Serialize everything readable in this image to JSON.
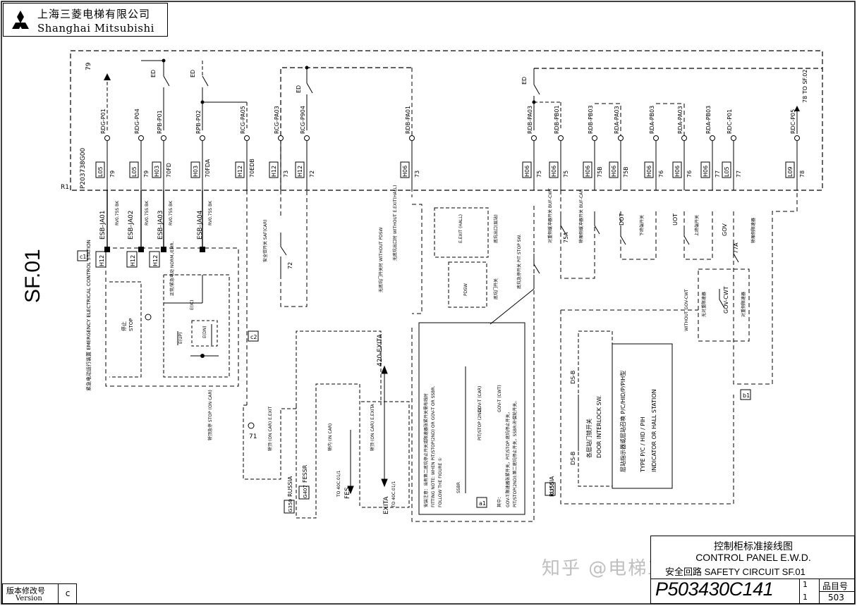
{
  "company": {
    "name_cn": "上海三菱电梯有限公司",
    "name_en": "Shanghai Mitsubishi"
  },
  "sheet_label": "SF.01",
  "title_block": {
    "title_cn": "控制柜标准接线图",
    "title_en": "CONTROL PANEL E.W.D.",
    "subtitle": "安全回路 SAFETY CIRCUIT SF.01",
    "drawing_no": "P503430C141",
    "sheet_current": "1",
    "sheet_total": "1",
    "part_no_label": "品目号",
    "part_no": "503"
  },
  "revision": {
    "label_cn": "版本修改号",
    "label_en": "Version",
    "value": "c"
  },
  "watermark": "知乎 @电梯工电梯知识",
  "board": {
    "ref": "R1",
    "pcb": "P203738G00"
  },
  "connectors": [
    {
      "name": "RDG-P01",
      "pin": "L05",
      "wire": "79"
    },
    {
      "name": "RDG-P04",
      "pin": "L05",
      "wire": "79"
    },
    {
      "name": "RPB-P01",
      "pin": "H03",
      "wire": "70FD"
    },
    {
      "name": "RPB-P02",
      "pin": "H03",
      "wire": "70FDA"
    },
    {
      "name": "RCG-PA05",
      "pin": "H12",
      "wire": "70EDB"
    },
    {
      "name": "RCG-PA03",
      "pin": "H12",
      "wire": "73"
    },
    {
      "name": "RCG-P904",
      "pin": "H12",
      "wire": "72"
    },
    {
      "name": "RDB-PA01",
      "pin": "H06",
      "wire": "73"
    },
    {
      "name": "RDB-PA03",
      "pin": "H06",
      "wire": "75"
    },
    {
      "name": "RDB-PB01",
      "pin": "H06",
      "wire": "75"
    },
    {
      "name": "RDB-PB03",
      "pin": "H06",
      "wire": "75B"
    },
    {
      "name": "RDA-PA03",
      "pin": "H06",
      "wire": "75B"
    },
    {
      "name": "RDA-PB03",
      "pin": "H06",
      "wire": "76"
    },
    {
      "name": "RDA-PA03",
      "pin": "H06",
      "wire": "76"
    },
    {
      "name": "RDA-PB03",
      "pin": "H06",
      "wire": "77"
    },
    {
      "name": "RDC-P01",
      "pin": "L05",
      "wire": "77"
    },
    {
      "name": "RDC-P05",
      "pin": "L09",
      "wire": "78"
    }
  ],
  "terminals": [
    "ESB-JA01",
    "ESB-JA02",
    "ESB-JA03",
    "ESB-JA04"
  ],
  "blocks": {
    "c1": "c1",
    "c2": "c2",
    "a1": "a1",
    "b1": "b1",
    "g350a": "G350",
    "g407": "G407",
    "g350b": "G350",
    "russia_a": "RUSSIA",
    "russia_b": "RUSSIA",
    "fessr": "FESSR"
  },
  "labels": {
    "arrow_79": "79",
    "arrow_78": "78 TO SF.02",
    "ed1": "ED",
    "ed2": "ED",
    "ed3": "ED",
    "ed4": "ED",
    "emergency_station": "紧急电动运行装置  EMERGENCY ELECTRICAL CONTROL STATION",
    "stop_car_cn": "停止",
    "stop_car": "STOP",
    "norm": "正常/紧急电动 NORM./EMR.",
    "up": "E(UP)",
    "dn": "E(DN)",
    "ic": "E(IC)",
    "saf_car": "安全钳开关 SAF(CAR)",
    "w72": "72",
    "w71": "71",
    "stop_on_car": "轿顶急停 STOP (ON CAR)",
    "e_exit": "轿顶 (ON CAR) E.EXIT",
    "fes": "FES",
    "fes_to": "TO 40C.01/1",
    "in_car": "轿内 (IN CAR)",
    "exita": "EXITA",
    "exita_label": "轿顶 (ON CAR) E.EXITA",
    "exita_to": "TO 40C.01/1",
    "exita_top": "420-EXITA",
    "pit_stop": "底坑急停开关 PIT STOP SW.",
    "without_pdsw": "无底坑门开关时 WITHOUT PDSW",
    "without_exit": "无底坑出口时 WITHOUT E.EXIT(HALL)",
    "e_exit_hall": "E.EXIT (HALL)",
    "pdsw": "PDSW",
    "pdsw_note": "底坑出口(层站)",
    "pit_note": "底坑门开关",
    "note_title": "安装注意：当有第二底坑停止开关或限速器张紧开关需布线时",
    "note_fitting": "FITTING NOTE: WHEN PIT/STOP(2ND) OR GOV-T OR SSBR.",
    "note_follow": "FOLLOW THE FIGURE ①",
    "ssbr": "SSBR",
    "pitstop_2nd": "PIT/STOP (2ND)",
    "gov_t_car": "GOV-T (CAR)",
    "gov_t_cwt": "GOV-T (CWT)",
    "note_gov": "GOV-T:限速器张紧开关，PIT/STOP:底坑停止开关，",
    "note_pit2": "PIT/STOP(2ND):第二底坑停止开关，SSBR:补偿轮开关。",
    "note_which": "其中：",
    "buf_cwt": "对重侧缓冲器开关 BUF-CWT",
    "buf_car": "轿厢侧缓冲器开关 BUF-CAR",
    "w75a": "75A",
    "dot": "DOT",
    "dot_cn": "下终端开关",
    "uot": "UOT",
    "uot_cn": "上终端开关",
    "gov": "GOV",
    "gov_cn": "轿厢侧限速器",
    "w77a": "77A",
    "without_gov_cwt": "WITHOUT GOV-CWT",
    "no_cwt_gov": "无对重限速器",
    "gov_cwt": "GOV-CWT",
    "cwt_gov_cn": "对重侧限速器",
    "ds_b": "DS-B",
    "ds_b2": "DS-B",
    "door_interlock_cn": "各层站门锁开关",
    "door_interlock": "DOOR INTERLOCK SW.",
    "type_cn": "层站指示器或层站召唤 P/C/HID/P/PIH型",
    "type_en": "TYPE P/C / HID / PIH",
    "indicator": "INDICATOR OR HALL STATION",
    "rv": "RV0.75S BK"
  }
}
